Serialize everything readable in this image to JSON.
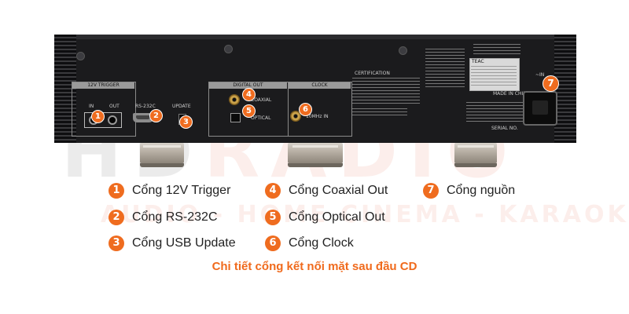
{
  "watermark": {
    "brand_left": "HD",
    "brand_right": "RADIO",
    "tagline": "AUDIO - HOME CINEMA - KARAOKE"
  },
  "device": {
    "sections": {
      "trigger_header": "12V TRIGGER",
      "trigger_in": "IN",
      "trigger_out": "OUT",
      "rs232c": "RS-232C",
      "update": "UPDATE",
      "digital_out_header": "DIGITAL OUT",
      "coaxial": "COAXIAL",
      "optical": "OPTICAL",
      "clock_header": "CLOCK",
      "clock_input": "10MHz IN",
      "certification": "CERTIFICATION",
      "brand_plate": "TEAC",
      "made_in": "MADE IN CHINA",
      "serial": "SERIAL NO.",
      "ac_in": "~IN"
    }
  },
  "markers": [
    "1",
    "2",
    "3",
    "4",
    "5",
    "6",
    "7"
  ],
  "legend": [
    {
      "num": "1",
      "text": "Cổng 12V Trigger"
    },
    {
      "num": "2",
      "text": "Cổng RS-232C"
    },
    {
      "num": "3",
      "text": "Cổng USB Update"
    },
    {
      "num": "4",
      "text": "Cổng Coaxial Out"
    },
    {
      "num": "5",
      "text": "Cổng Optical Out"
    },
    {
      "num": "6",
      "text": "Cổng Clock"
    },
    {
      "num": "7",
      "text": "Cổng nguồn"
    }
  ],
  "caption": "Chi tiết cổng kết nối mặt sau đầu CD",
  "colors": {
    "accent": "#ef6c1f",
    "caption": "#f06a1c",
    "chassis": "#1b1b1d"
  }
}
